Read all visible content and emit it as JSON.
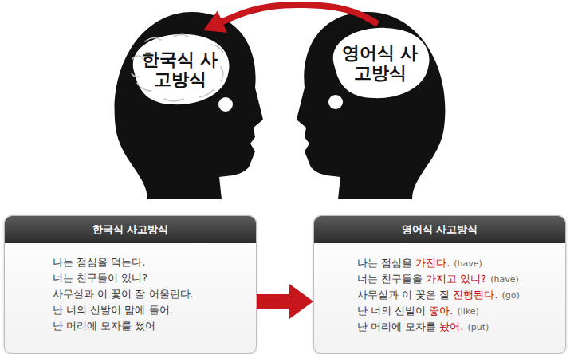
{
  "diagram": {
    "nodes": [
      {
        "text": [
          "한국식 사고방식"
        ]
      },
      {
        "text": [
          "영어식 사고방식"
        ]
      },
      {
        "text": [
          "한국식 사고방식",
          "나는 점심을 먹는다.",
          "너는 친구들이 있니?",
          "사무실과 이 꽃이 잘 어울린다.",
          "난 너의 신발이 맘에 들어.",
          "난 머리에 모자를 썼어"
        ]
      },
      {
        "text": [
          "영어식 사고방식",
          "나는 점심을",
          "가진다.",
          "(have)",
          "너는 친구들을",
          "가지고 있니?",
          "(have)",
          "사무실과 이 꽃은 잘",
          "진행된다.",
          "(go)",
          "난 너의 신발이",
          "좋아.",
          "(like)",
          "난 머리에 모자를",
          "놨어.",
          "(put)"
        ]
      }
    ],
    "edges": [
      {
        "from": 1,
        "to": 0,
        "arrow": "to"
      },
      {
        "from": 2,
        "to": 3,
        "arrow": "to"
      }
    ]
  }
}
